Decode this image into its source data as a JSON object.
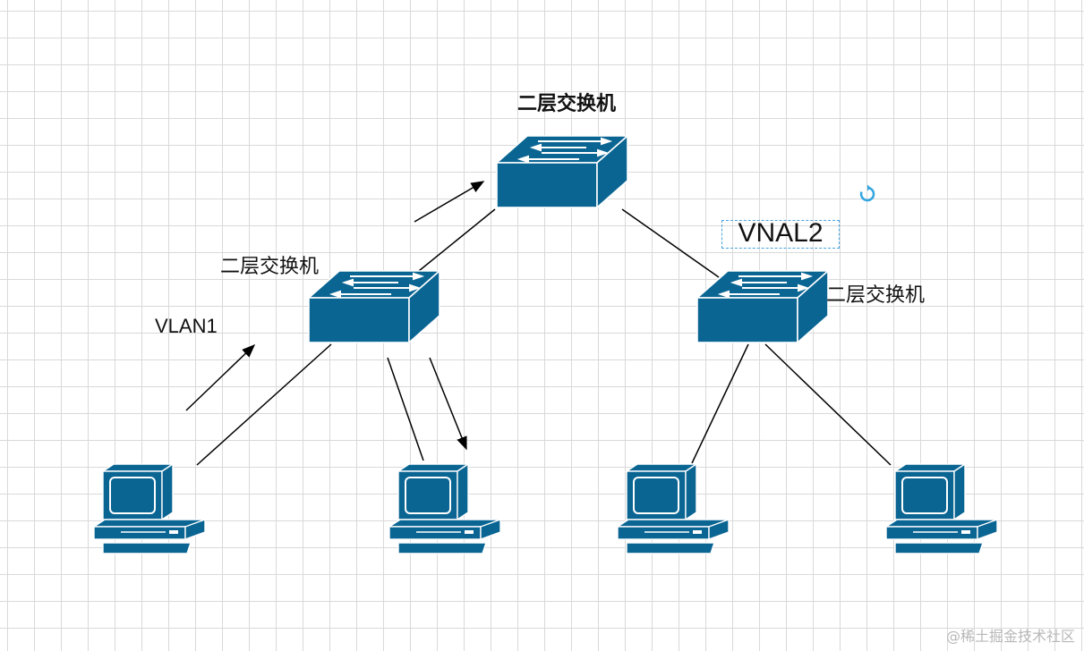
{
  "diagram": {
    "top_switch_label": "二层交换机",
    "left_switch_label": "二层交换机",
    "right_switch_label": "二层交换机",
    "vlan1_label": "VLAN1",
    "vlan2_label": "VNAL2"
  },
  "watermark": "@稀土掘金技术社区",
  "colors": {
    "device_fill": "#0a6593",
    "device_stroke": "#ffffff",
    "grid": "#d9d9d9",
    "selection_accent": "#4aa3df"
  },
  "icons": {
    "switch": "layer2-switch-icon",
    "computer": "computer-icon",
    "refresh": "refresh-icon"
  }
}
